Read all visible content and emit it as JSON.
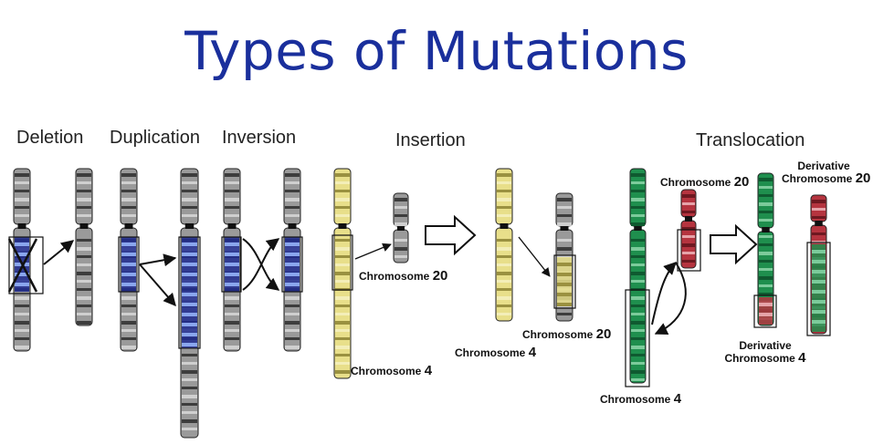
{
  "title": "Types of Mutations",
  "headings": {
    "deletion": "Deletion",
    "duplication": "Duplication",
    "inversion": "Inversion",
    "insertion": "Insertion",
    "translocation": "Translocation"
  },
  "labels": {
    "chromosome_word": "Chromosome",
    "derivative_word": "Derivative",
    "number_20": "20",
    "number_4": "4"
  },
  "colors": {
    "title": "#1a2f9c",
    "gray_band": "#3d3d3d",
    "blue_band": "#1f2a8f",
    "yellow": "#e8df8a",
    "green": "#1f8f4e",
    "red": "#b5343f"
  }
}
